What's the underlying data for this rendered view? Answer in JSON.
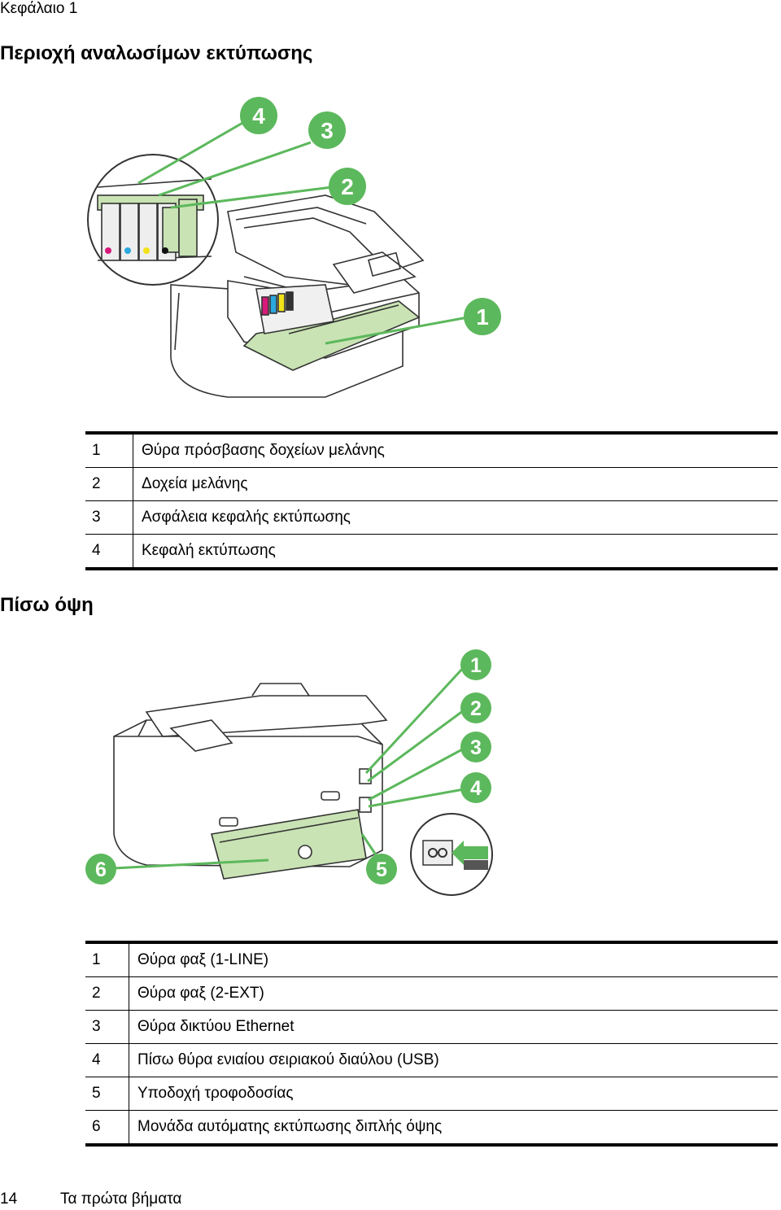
{
  "header": {
    "chapter": "Κεφάλαιο 1"
  },
  "section1": {
    "title": "Περιοχή αναλωσίμων εκτύπωσης",
    "callouts": [
      "4",
      "3",
      "2",
      "1"
    ],
    "legend": [
      {
        "num": "1",
        "label": "Θύρα πρόσβασης δοχείων μελάνης"
      },
      {
        "num": "2",
        "label": "Δοχεία μελάνης"
      },
      {
        "num": "3",
        "label": "Ασφάλεια κεφαλής εκτύπωσης"
      },
      {
        "num": "4",
        "label": "Κεφαλή εκτύπωσης"
      }
    ]
  },
  "section2": {
    "title": "Πίσω όψη",
    "callouts": [
      "1",
      "2",
      "3",
      "4",
      "5",
      "6"
    ],
    "legend": [
      {
        "num": "1",
        "label": "Θύρα φαξ (1-LINE)"
      },
      {
        "num": "2",
        "label": "Θύρα φαξ (2-EXT)"
      },
      {
        "num": "3",
        "label": "Θύρα δικτύου Ethernet"
      },
      {
        "num": "4",
        "label": "Πίσω θύρα ενιαίου σειριακού διαύλου (USB)"
      },
      {
        "num": "5",
        "label": "Υποδοχή τροφοδοσίας"
      },
      {
        "num": "6",
        "label": "Μονάδα αυτόματης εκτύπωσης διπλής όψης"
      }
    ]
  },
  "footer": {
    "page_number": "14",
    "chapter_name": "Τα πρώτα βήματα"
  },
  "colors": {
    "callout_green": "#5cb85c",
    "highlight_green": "#c9e3b4",
    "ink_magenta": "#d6197a",
    "ink_cyan": "#2aa7dc",
    "ink_yellow": "#f2e21a",
    "ink_black": "#111111"
  }
}
